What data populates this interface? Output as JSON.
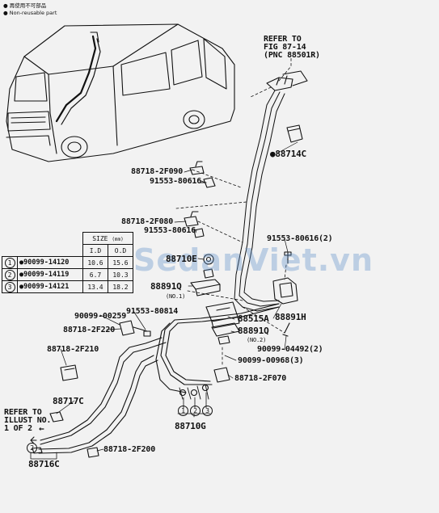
{
  "legend": {
    "line1": "● 再使用不可部品",
    "line2": "● Non-reusable part"
  },
  "refer_top": {
    "line1": "REFER TO",
    "line2": "FIG 87-14",
    "line3": "(PNC 88501R)"
  },
  "refer_left": {
    "line1": "REFER TO",
    "line2": "ILLUST NO.",
    "line3": "1 OF 2"
  },
  "size_table": {
    "header_size": "SIZE",
    "header_unit": "(mm)",
    "header_id": "I.D",
    "header_od": "O.D",
    "rows": [
      {
        "num": "1",
        "part": "●90099-14120",
        "id": "10.6",
        "od": "15.6"
      },
      {
        "num": "2",
        "part": "●90099-14119",
        "id": "6.7",
        "od": "10.3"
      },
      {
        "num": "3",
        "part": "●90099-14121",
        "id": "13.4",
        "od": "18.2"
      }
    ]
  },
  "labels": {
    "p88714C": "●88714C",
    "p88718_2F090": "88718-2F090",
    "p91553_80616a": "91553-80616",
    "p88718_2F080": "88718-2F080",
    "p91553_80616b": "91553-80616",
    "p91553_80616c": "91553-80616(2)",
    "p88710E": "88710E",
    "p88891Q1": "88891Q",
    "no1": "(NO.1)",
    "p88891H": "88891H",
    "p90099_00259": "90099-00259",
    "p91553_80814": "91553-80814",
    "p88515A": "88515A",
    "p88718_2F220": "88718-2F220",
    "p88891Q2": "88891Q",
    "no2": "(NO.2)",
    "p90099_04492": "90099-04492(2)",
    "p88718_2F210": "88718-2F210",
    "p90099_00968": "90099-00968(3)",
    "p88718_2F070": "88718-2F070",
    "p88717C": "88717C",
    "p88710G": "88710G",
    "p88718_2F200": "88718-2F200",
    "p88716C": "88716C",
    "c1": "1",
    "c2": "2",
    "c3": "3",
    "arrow_left": "←"
  },
  "watermark": "SedanViet.vn"
}
